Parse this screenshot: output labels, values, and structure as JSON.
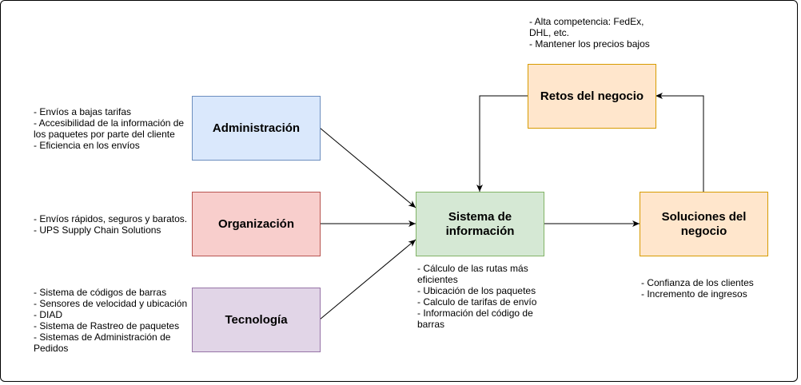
{
  "colors": {
    "blue_fill": "#dae8fc",
    "blue_stroke": "#6c8ebf",
    "red_fill": "#f8cecc",
    "red_stroke": "#b85450",
    "purple_fill": "#e1d5e7",
    "purple_stroke": "#9673a6",
    "green_fill": "#d5e8d4",
    "green_stroke": "#82b366",
    "orange_fill": "#ffe6cc",
    "orange_stroke": "#d79b00"
  },
  "boxes": {
    "administracion": "Administración",
    "organizacion": "Organización",
    "tecnologia": "Tecnología",
    "sistema": "Sistema de información",
    "retos": "Retos del negocio",
    "soluciones": "Soluciones del negocio"
  },
  "notes": {
    "administracion": [
      "- Envíos a bajas tarifas",
      "- Accesibilidad de la información de los paquetes por parte del cliente",
      "- Eficiencia en los envíos"
    ],
    "organizacion": [
      "- Envíos rápidos, seguros y baratos.",
      "- UPS Supply Chain Solutions"
    ],
    "tecnologia": [
      "- Sistema de códigos de barras",
      "- Sensores de velocidad y ubicación",
      "- DIAD",
      "- Sistema de Rastreo de paquetes",
      "- Sistemas de Administración de Pedidos"
    ],
    "sistema": [
      "- Cálculo de las rutas más eficientes",
      "- Ubicación de los paquetes",
      "- Calculo de tarifas de envío",
      "- Información del código de barras"
    ],
    "retos": [
      "- Alta competencia: FedEx, DHL, etc.",
      "- Mantener los precios bajos"
    ],
    "soluciones": [
      "- Confianza de los clientes",
      "- Incremento de ingresos"
    ]
  }
}
